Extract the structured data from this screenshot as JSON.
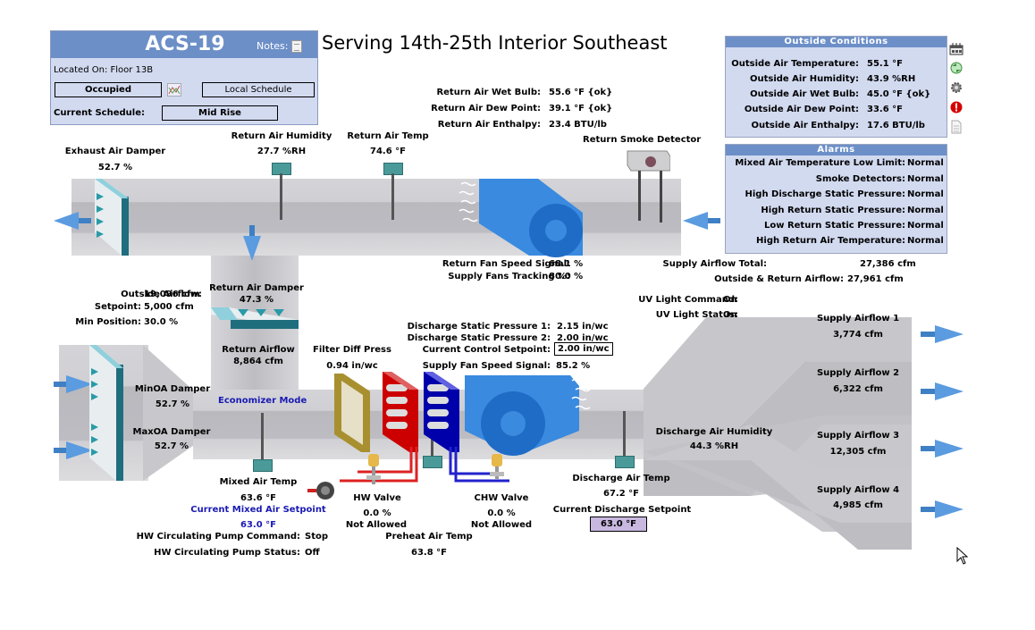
{
  "header": {
    "unit_name": "ACS-19",
    "notes_label": "Notes:",
    "located_on": "Located On: Floor 13B",
    "occupancy_button": "Occupied",
    "schedule_mode_button": "Local Schedule",
    "current_schedule_label": "Current Schedule:",
    "current_schedule_value": "Mid Rise"
  },
  "page_title": "Serving 14th-25th Interior Southeast",
  "outside_conditions": {
    "title": "Outside Conditions",
    "rows": [
      {
        "label": "Outside Air Temperature:",
        "value": "55.1 °F"
      },
      {
        "label": "Outside Air Humidity:",
        "value": "43.9 %RH"
      },
      {
        "label": "Outside Air Wet Bulb:",
        "value": "45.0 °F {ok}"
      },
      {
        "label": "Outside Air Dew Point:",
        "value": "33.6 °F"
      },
      {
        "label": "Outside Air Enthalpy:",
        "value": "17.6 BTU/lb"
      }
    ]
  },
  "side_icons": [
    "schedule-icon",
    "trend-refresh-icon",
    "settings-gear-icon",
    "alarm-icon",
    "document-icon"
  ],
  "alarms": {
    "title": "Alarms",
    "rows": [
      {
        "label": "Mixed Air Temperature Low Limit:",
        "value": "Normal"
      },
      {
        "label": "Smoke Detectors:",
        "value": "Normal"
      },
      {
        "label": "High Discharge Static Pressure:",
        "value": "Normal"
      },
      {
        "label": "High Return Static Pressure:",
        "value": "Normal"
      },
      {
        "label": "Low Return Static Pressure:",
        "value": "Normal"
      },
      {
        "label": "High Return Air Temperature:",
        "value": "Normal"
      }
    ]
  },
  "airflow_totals": {
    "supply_total_label": "Supply Airflow Total:",
    "supply_total_value": "27,386 cfm",
    "oa_return_label": "Outside & Return Airflow:",
    "oa_return_value": "27,961 cfm"
  },
  "return_air": {
    "wet_bulb_label": "Return Air Wet Bulb:",
    "wet_bulb_value": "55.6 °F {ok}",
    "dew_point_label": "Return Air Dew Point:",
    "dew_point_value": "39.1 °F {ok}",
    "enthalpy_label": "Return Air Enthalpy:",
    "enthalpy_value": "23.4 BTU/lb",
    "humidity_label": "Return Air Humidity",
    "humidity_value": "27.7 %RH",
    "temp_label": "Return Air Temp",
    "temp_value": "74.6 °F",
    "smoke_detector_label": "Return Smoke Detector",
    "fan_speed_label": "Return Fan Speed Signal:",
    "fan_speed_value": "68.1 %",
    "tracking_label": "Supply Fans Tracking %:",
    "tracking_value": "80.0 %"
  },
  "exhaust_damper": {
    "label": "Exhaust Air Damper",
    "value": "52.7 %"
  },
  "return_damper": {
    "label": "Return Air Damper",
    "value": "47.3 %"
  },
  "return_airflow": {
    "label": "Return Airflow",
    "value": "8,864 cfm"
  },
  "outside_airflow": {
    "label": "Outside Airflow:",
    "value": "19,096 cfm",
    "setpoint_label": "Setpoint:",
    "setpoint_value": "5,000 cfm",
    "min_position_label": "Min Position:",
    "min_position_value": "30.0 %"
  },
  "min_oa_damper": {
    "label": "MinOA Damper",
    "value": "52.7 %"
  },
  "max_oa_damper": {
    "label": "MaxOA Damper",
    "value": "52.7 %"
  },
  "economizer_mode": "Economizer Mode",
  "filter": {
    "label": "Filter Diff Press",
    "value": "0.94 in/wc"
  },
  "static_pressure": {
    "dsp1_label": "Discharge Static Pressure 1:",
    "dsp1_value": "2.15 in/wc",
    "dsp2_label": "Discharge Static Pressure 2:",
    "dsp2_value": "2.00 in/wc",
    "setpoint_label": "Current Control Setpoint:",
    "setpoint_value": "2.00 in/wc",
    "supply_fan_label": "Supply Fan Speed Signal:",
    "supply_fan_value": "85.2 %"
  },
  "uv_light": {
    "command_label": "UV Light Command:",
    "command_value": "On",
    "status_label": "UV Light Status:",
    "status_value": "On"
  },
  "supply_airflows": [
    {
      "label": "Supply Airflow 1",
      "value": "3,774 cfm"
    },
    {
      "label": "Supply Airflow 2",
      "value": "6,322 cfm"
    },
    {
      "label": "Supply Airflow 3",
      "value": "12,305 cfm"
    },
    {
      "label": "Supply Airflow 4",
      "value": "4,985 cfm"
    }
  ],
  "discharge_humidity": {
    "label": "Discharge Air Humidity",
    "value": "44.3 %RH"
  },
  "mixed_air": {
    "label": "Mixed Air Temp",
    "value": "63.6 °F",
    "setpoint_label": "Current Mixed Air Setpoint",
    "setpoint_value": "63.0 °F"
  },
  "hw_pump": {
    "command_label": "HW Circulating Pump Command:",
    "command_value": "Stop",
    "status_label": "HW Circulating Pump Status:",
    "status_value": "Off"
  },
  "hw_valve": {
    "label": "HW Valve",
    "value": "0.0 %",
    "status": "Not Allowed"
  },
  "chw_valve": {
    "label": "CHW Valve",
    "value": "0.0 %",
    "status": "Not Allowed"
  },
  "preheat": {
    "label": "Preheat Air Temp",
    "value": "63.8 °F"
  },
  "discharge_air": {
    "label": "Discharge Air Temp",
    "value": "67.2 °F",
    "setpoint_label": "Current Discharge Setpoint",
    "setpoint_value": "63.0 °F"
  },
  "colors": {
    "header_blue": "#6c8fc8",
    "panel_bg": "#d2daf0",
    "setpoint_blue": "#1a1ab4",
    "discharge_setpoint_bg": "#c8b8e0",
    "fan_blue": "#2f7fd6",
    "hw_red": "#cc0000",
    "chw_blue": "#0000aa"
  }
}
